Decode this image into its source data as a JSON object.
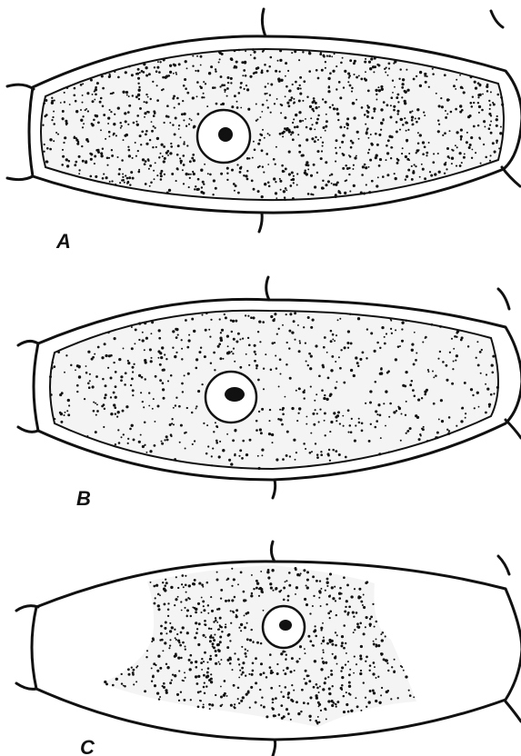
{
  "figure": {
    "panels": [
      {
        "id": "A",
        "label": "A",
        "state": "normal"
      },
      {
        "id": "B",
        "label": "B",
        "state": "slight-shrinkage"
      },
      {
        "id": "C",
        "label": "C",
        "state": "plasmolysed"
      }
    ],
    "colors": {
      "ink": "#111111",
      "background": "#ffffff"
    }
  }
}
